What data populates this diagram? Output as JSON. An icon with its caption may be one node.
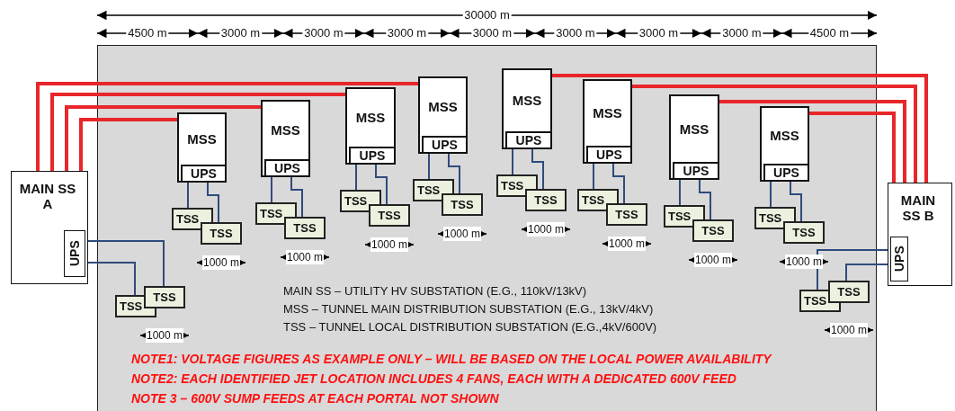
{
  "diagram": {
    "nodes": [
      {
        "text": [
          "MAIN SS A"
        ]
      },
      {
        "text": [
          "UPS"
        ],
        "in": 0
      },
      {
        "text": [
          "TSS"
        ]
      },
      {
        "text": [
          "TSS"
        ]
      },
      {
        "text": [
          "MSS"
        ]
      },
      {
        "text": [
          "UPS"
        ],
        "in": 4
      },
      {
        "text": [
          "TSS"
        ]
      },
      {
        "text": [
          "TSS"
        ]
      },
      {
        "text": [
          "MSS"
        ]
      },
      {
        "text": [
          "UPS"
        ],
        "in": 8
      },
      {
        "text": [
          "TSS"
        ]
      },
      {
        "text": [
          "TSS"
        ]
      },
      {
        "text": [
          "MSS"
        ]
      },
      {
        "text": [
          "UPS"
        ],
        "in": 12
      },
      {
        "text": [
          "TSS"
        ]
      },
      {
        "text": [
          "TSS"
        ]
      },
      {
        "text": [
          "MSS"
        ]
      },
      {
        "text": [
          "UPS"
        ],
        "in": 16
      },
      {
        "text": [
          "TSS"
        ]
      },
      {
        "text": [
          "TSS"
        ]
      },
      {
        "text": [
          "MSS"
        ]
      },
      {
        "text": [
          "UPS"
        ],
        "in": 20
      },
      {
        "text": [
          "TSS"
        ]
      },
      {
        "text": [
          "TSS"
        ]
      },
      {
        "text": [
          "MSS"
        ]
      },
      {
        "text": [
          "UPS"
        ],
        "in": 24
      },
      {
        "text": [
          "TSS"
        ]
      },
      {
        "text": [
          "TSS"
        ]
      },
      {
        "text": [
          "MSS"
        ]
      },
      {
        "text": [
          "UPS"
        ],
        "in": 28
      },
      {
        "text": [
          "TSS"
        ]
      },
      {
        "text": [
          "TSS"
        ]
      },
      {
        "text": [
          "MSS"
        ]
      },
      {
        "text": [
          "UPS"
        ],
        "in": 32
      },
      {
        "text": [
          "TSS"
        ]
      },
      {
        "text": [
          "TSS"
        ]
      },
      {
        "text": [
          "MAIN SS B"
        ]
      },
      {
        "text": [
          "UPS"
        ],
        "in": 36
      },
      {
        "text": [
          "TSS"
        ]
      },
      {
        "text": [
          "TSS"
        ]
      }
    ],
    "edges": [
      {
        "from": 0,
        "to": 4,
        "arrow": "none",
        "style": "thick",
        "color": "#e8262b"
      },
      {
        "from": 0,
        "to": 8,
        "arrow": "none",
        "style": "thick",
        "color": "#e8262b"
      },
      {
        "from": 0,
        "to": 12,
        "arrow": "none",
        "style": "thick",
        "color": "#e8262b"
      },
      {
        "from": 0,
        "to": 16,
        "arrow": "none",
        "style": "thick",
        "color": "#e8262b"
      },
      {
        "from": 36,
        "to": 20,
        "arrow": "none",
        "style": "thick",
        "color": "#e8262b"
      },
      {
        "from": 36,
        "to": 24,
        "arrow": "none",
        "style": "thick",
        "color": "#e8262b"
      },
      {
        "from": 36,
        "to": 28,
        "arrow": "none",
        "style": "thick",
        "color": "#e8262b"
      },
      {
        "from": 36,
        "to": 32,
        "arrow": "none",
        "style": "thick",
        "color": "#e8262b"
      },
      {
        "from": 1,
        "to": 3,
        "arrow": "none"
      },
      {
        "from": 1,
        "to": 2,
        "arrow": "none"
      },
      {
        "from": 5,
        "to": 6,
        "arrow": "none"
      },
      {
        "from": 5,
        "to": 7,
        "arrow": "none"
      },
      {
        "from": 9,
        "to": 10,
        "arrow": "none"
      },
      {
        "from": 9,
        "to": 11,
        "arrow": "none"
      },
      {
        "from": 13,
        "to": 14,
        "arrow": "none"
      },
      {
        "from": 13,
        "to": 15,
        "arrow": "none"
      },
      {
        "from": 17,
        "to": 18,
        "arrow": "none"
      },
      {
        "from": 17,
        "to": 19,
        "arrow": "none"
      },
      {
        "from": 21,
        "to": 22,
        "arrow": "none"
      },
      {
        "from": 21,
        "to": 23,
        "arrow": "none"
      },
      {
        "from": 25,
        "to": 26,
        "arrow": "none"
      },
      {
        "from": 25,
        "to": 27,
        "arrow": "none"
      },
      {
        "from": 29,
        "to": 30,
        "arrow": "none"
      },
      {
        "from": 29,
        "to": 31,
        "arrow": "none"
      },
      {
        "from": 33,
        "to": 34,
        "arrow": "none"
      },
      {
        "from": 33,
        "to": 35,
        "arrow": "none"
      },
      {
        "from": 37,
        "to": 38,
        "arrow": "none"
      },
      {
        "from": 37,
        "to": 39,
        "arrow": "none"
      }
    ],
    "labels": [
      "30000 m",
      "4500 m",
      "3000 m",
      "3000 m",
      "3000 m",
      "3000 m",
      "3000 m",
      "3000 m",
      "3000 m",
      "4500 m",
      "1000 m",
      "1000 m",
      "1000 m",
      "1000 m",
      "1000 m",
      "1000 m",
      "1000 m",
      "1000 m",
      "1000 m",
      "1000 m",
      "MAIN SS – UTILITY HV SUBSTATION (E.G., 110kV/13kV)",
      "MSS – TUNNEL MAIN DISTRIBUTION SUBSTATION  (E.G., 13kV/4kV)",
      "TSS – TUNNEL LOCAL DISTRIBUTION SUBSTATION (E.G.,4kV/600V)",
      "NOTE1: VOLTAGE FIGURES AS EXAMPLE ONLY – WILL BE BASED ON THE LOCAL POWER AVAILABILITY",
      "NOTE2: EACH IDENTIFIED JET LOCATION INCLUDES 4 FANS, EACH WITH A DEDICATED 600V FEED",
      "NOTE 3 – 600V SUMP FEEDS AT EACH PORTAL NOT SHOWN"
    ]
  }
}
